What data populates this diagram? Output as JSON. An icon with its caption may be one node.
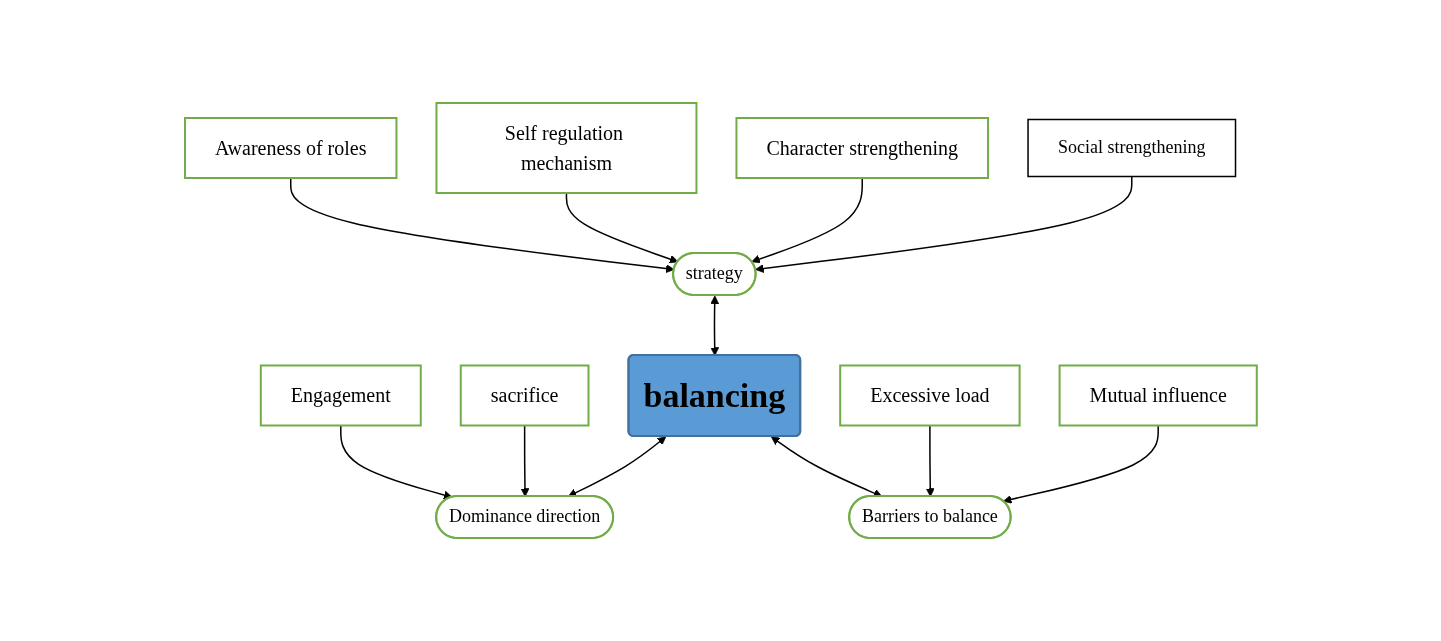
{
  "diagram": {
    "nodes": [
      {
        "text": [
          "Awareness of roles"
        ]
      },
      {
        "text": [
          "Self regulation mechanism"
        ]
      },
      {
        "text": [
          "Engagement"
        ]
      },
      {
        "text": [
          "strategy"
        ]
      },
      {
        "text": [
          "Dominance direction"
        ]
      },
      {
        "text": [
          "sacrifice"
        ]
      },
      {
        "text": [
          "balancing"
        ]
      },
      {
        "text": [
          "Character strengthening"
        ]
      },
      {
        "text": [
          "Social strengthening"
        ]
      },
      {
        "text": [
          "Barriers to balance"
        ]
      },
      {
        "text": [
          "Excessive load"
        ]
      },
      {
        "text": [
          "Mutual influence"
        ]
      }
    ],
    "edges": [
      {
        "from": 0,
        "to": 3,
        "arrow": "to"
      },
      {
        "from": 1,
        "to": 3,
        "arrow": "to"
      },
      {
        "from": 2,
        "to": 4,
        "arrow": "to"
      },
      {
        "from": 5,
        "to": 4,
        "arrow": "to"
      },
      {
        "from": 7,
        "to": 3,
        "arrow": "to"
      },
      {
        "from": 8,
        "to": 3,
        "arrow": "to"
      },
      {
        "from": 3,
        "to": 6,
        "arrow": "both"
      },
      {
        "from": 6,
        "to": 4,
        "arrow": "both"
      },
      {
        "from": 6,
        "to": 9,
        "arrow": "both"
      },
      {
        "from": 10,
        "to": 9,
        "arrow": "to"
      },
      {
        "from": 11,
        "to": 9,
        "arrow": "to"
      }
    ]
  }
}
